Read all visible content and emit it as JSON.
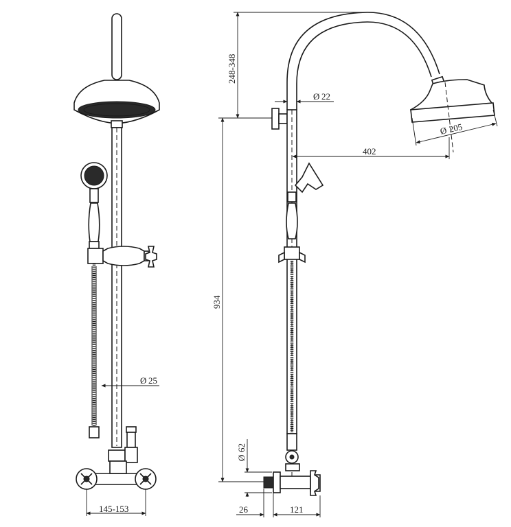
{
  "dimensions": {
    "arm_height": "248-348",
    "pipe_diameter_top": "22",
    "head_diameter": "205",
    "arm_reach": "402",
    "rail_diameter": "25",
    "rail_height": "934",
    "inlet_diameter": "62",
    "centres": "145-153",
    "wall_gap": "26",
    "projection": "121"
  },
  "symbols": {
    "diameter": "Ø"
  }
}
